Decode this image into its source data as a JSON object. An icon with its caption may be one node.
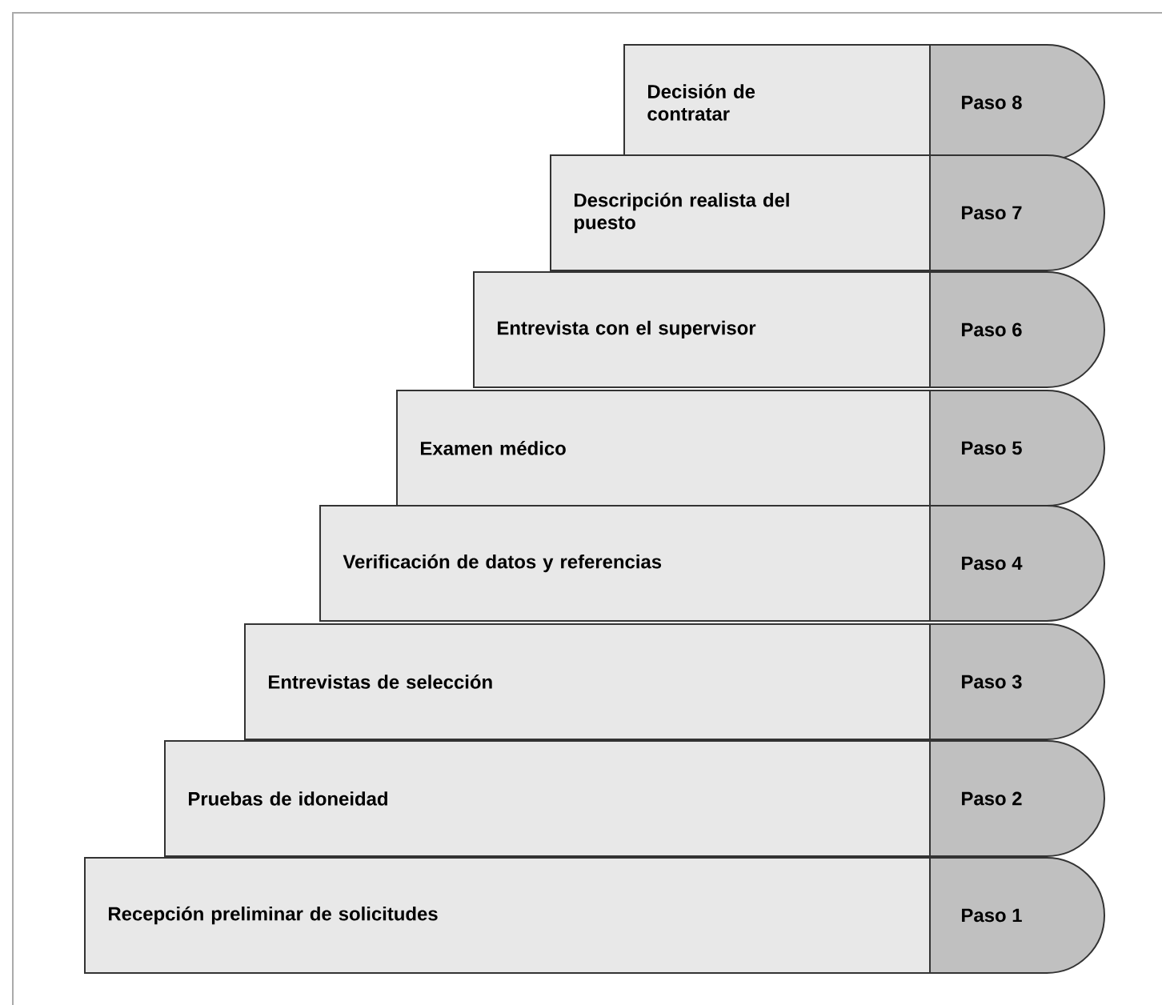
{
  "diagram": {
    "nodes": [
      {
        "text": [
          "Decisión de contratar"
        ]
      },
      {
        "text": [
          "Paso 8"
        ]
      },
      {
        "text": [
          "Descripción realista del puesto"
        ]
      },
      {
        "text": [
          "Paso 7"
        ]
      },
      {
        "text": [
          "Entrevista con el supervisor"
        ]
      },
      {
        "text": [
          "Paso 6"
        ]
      },
      {
        "text": [
          "Examen médico"
        ]
      },
      {
        "text": [
          "Paso 5"
        ]
      },
      {
        "text": [
          "Verificación de datos y referencias"
        ]
      },
      {
        "text": [
          "Paso 4"
        ]
      },
      {
        "text": [
          "Entrevistas de selección"
        ]
      },
      {
        "text": [
          "Paso 3"
        ]
      },
      {
        "text": [
          "Pruebas de idoneidad"
        ]
      },
      {
        "text": [
          "Paso 2"
        ]
      },
      {
        "text": [
          "Recepción preliminar de solicitudes"
        ]
      },
      {
        "text": [
          "Paso 1"
        ]
      }
    ]
  }
}
